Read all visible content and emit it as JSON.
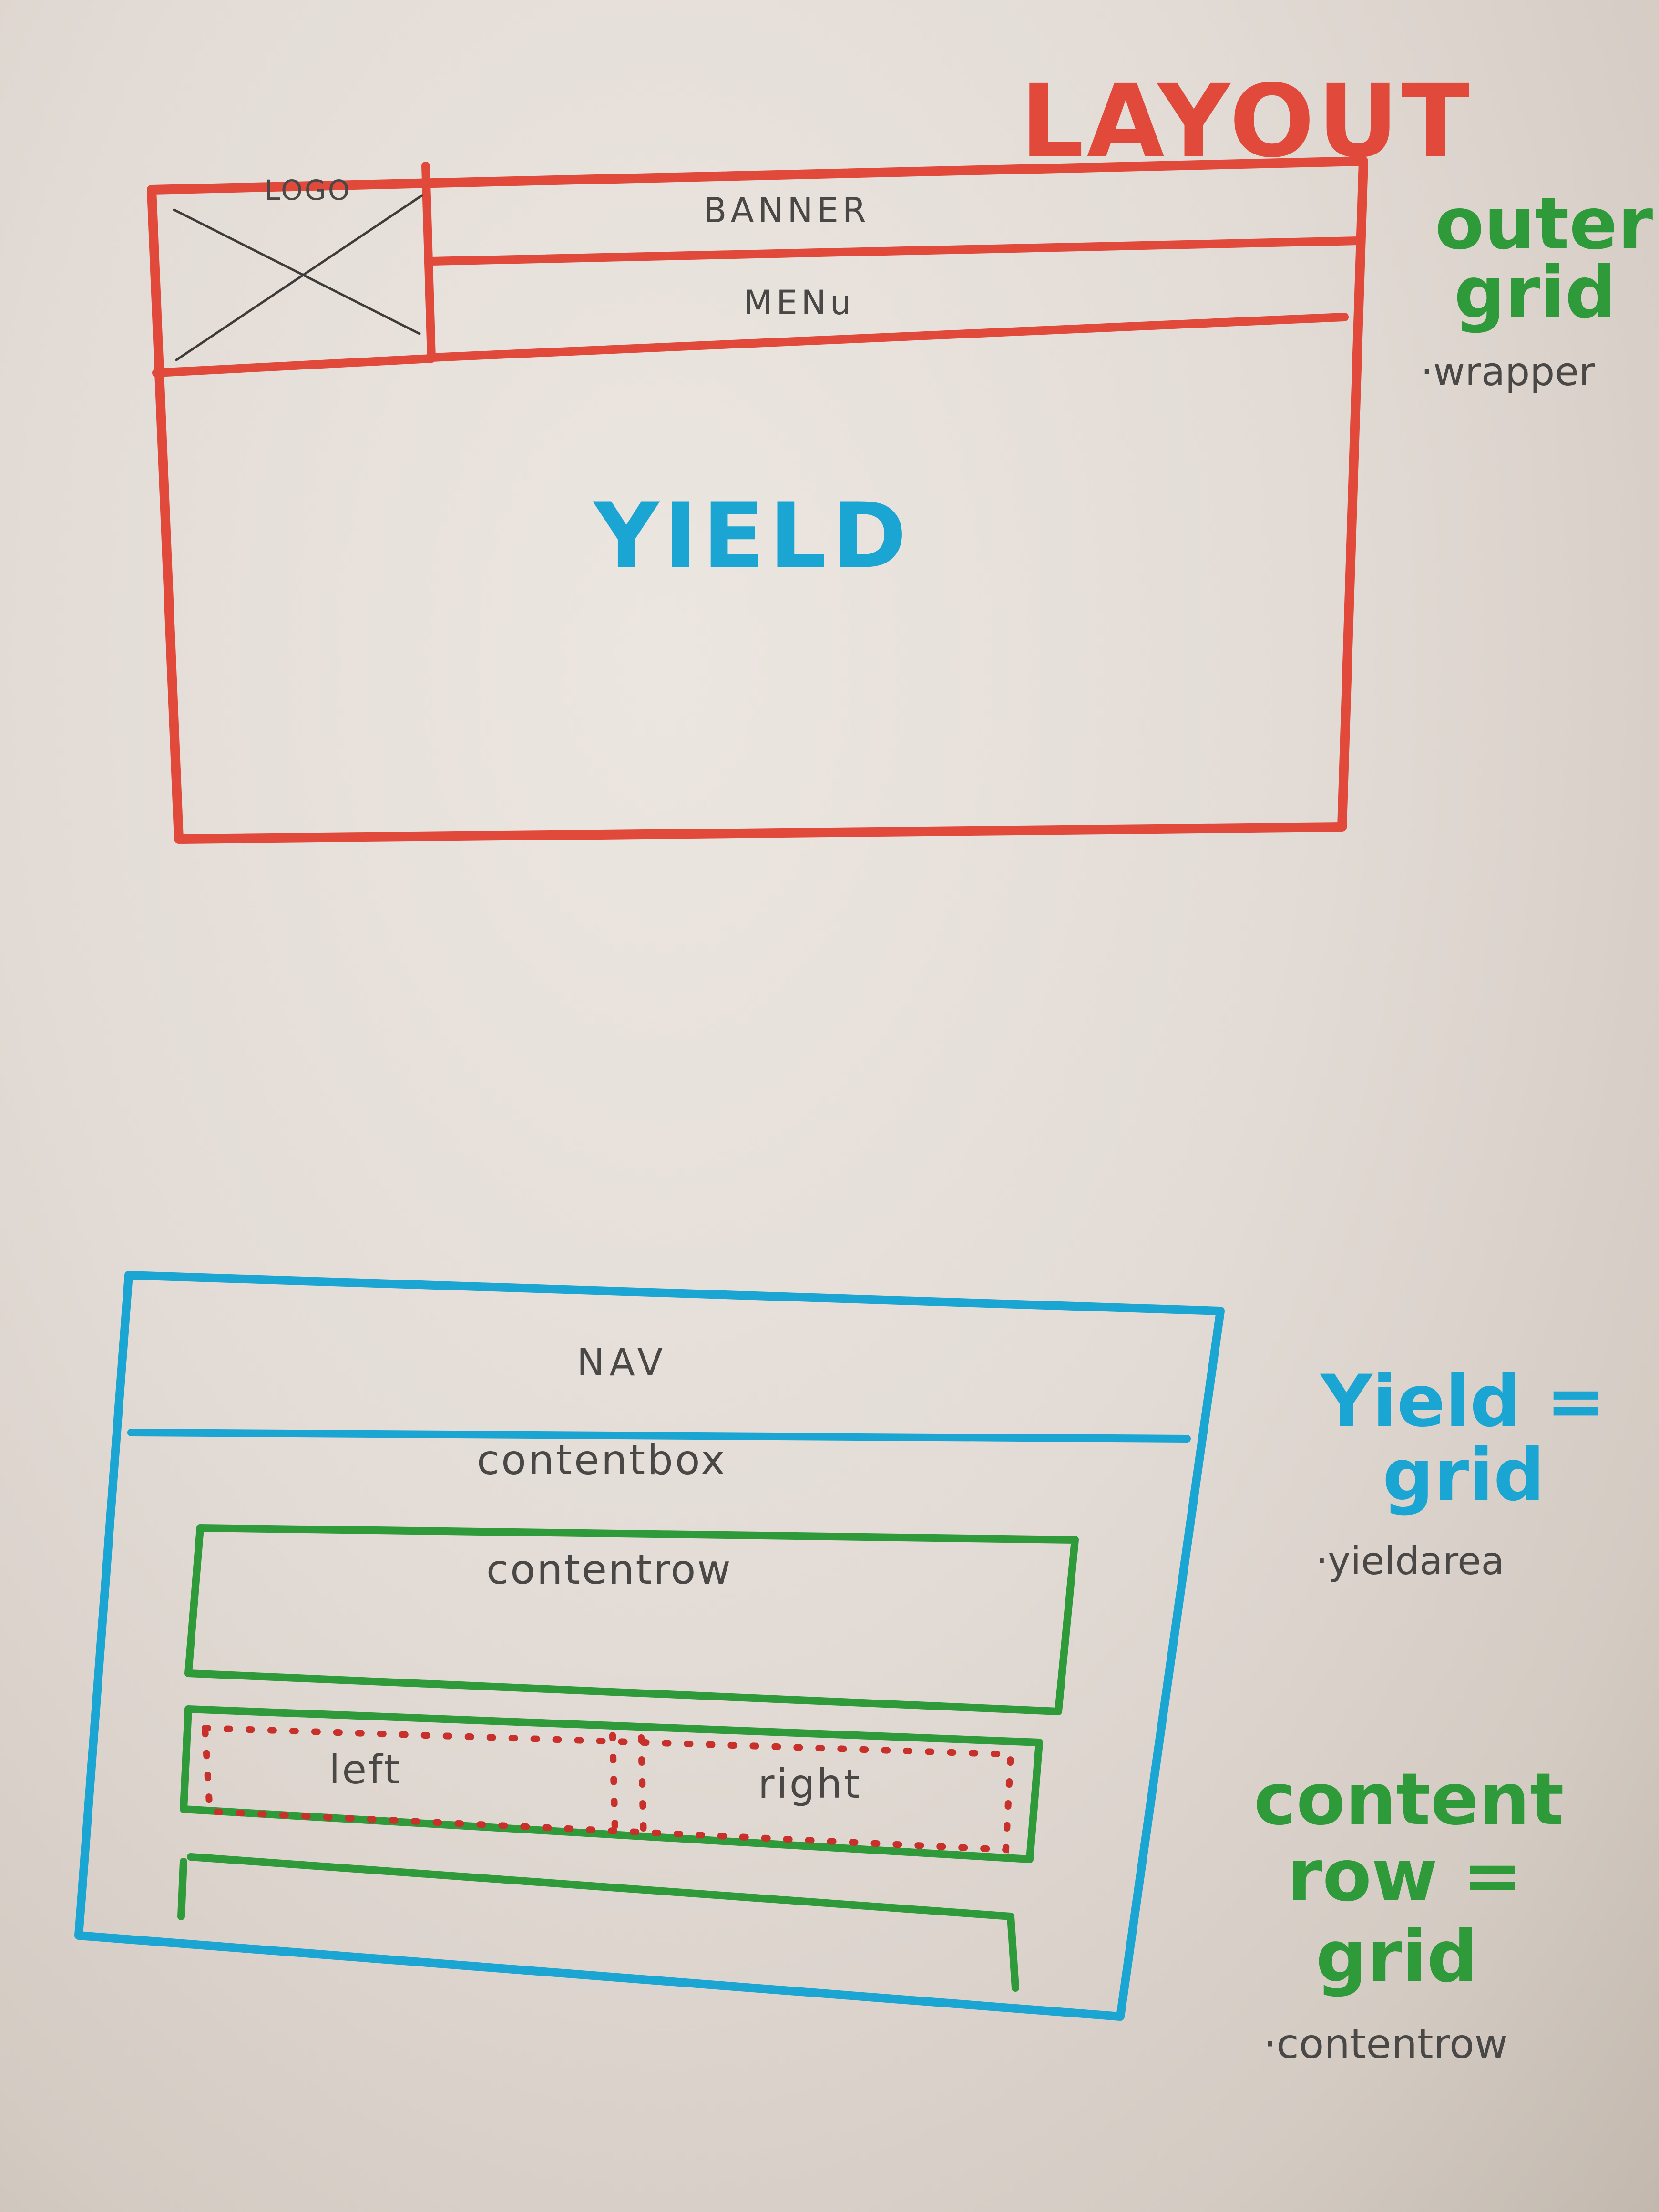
{
  "layout_sketch": {
    "title": "LAYOUT",
    "logo_label": "LOGO",
    "banner_label": "BANNER",
    "menu_label": "MENu",
    "yield_label": "YIELD",
    "note": {
      "line1": "outer",
      "line2": "grid",
      "class_name": "·wrapper"
    }
  },
  "yield_sketch": {
    "nav_label": "NAV",
    "contentbox_label": "contentbox",
    "contentrow_label": "contentrow",
    "left_label": "left",
    "right_label": "right",
    "note": {
      "line1": "Yield =",
      "line2": "grid",
      "class_name": "·yieldarea"
    }
  },
  "contentrow_note": {
    "line1": "content",
    "line2": "row =",
    "line3": "grid",
    "class_name": "·contentrow"
  },
  "colors": {
    "red": "#e1493a",
    "blue": "#1aa5d2",
    "green": "#2e9a3a",
    "dotted_red": "#c8302c",
    "ink": "#3a3836",
    "paper": "#e6e0da"
  }
}
